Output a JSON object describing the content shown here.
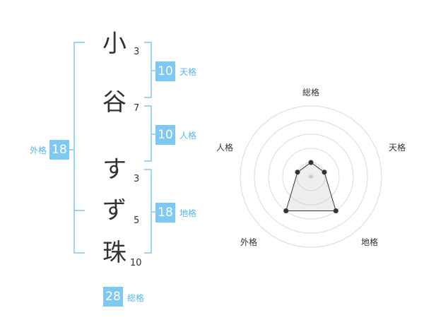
{
  "name_chars": [
    {
      "char": "小",
      "strokes": "3"
    },
    {
      "char": "谷",
      "strokes": "7"
    },
    {
      "char": "す",
      "strokes": "3"
    },
    {
      "char": "ず",
      "strokes": "5"
    },
    {
      "char": "珠",
      "strokes": "10"
    }
  ],
  "fortune": {
    "tenkaku": {
      "value": "10",
      "label": "天格"
    },
    "jinkaku": {
      "value": "10",
      "label": "人格"
    },
    "chikaku": {
      "value": "18",
      "label": "地格"
    },
    "gaikaku": {
      "value": "18",
      "label": "外格"
    },
    "soukaku": {
      "value": "28",
      "label": "総格"
    }
  },
  "colors": {
    "accent": "#7ec8f4",
    "accent_text": "#58b4ea",
    "text": "#333333",
    "ring": "#d9d9d9"
  },
  "chart_data": {
    "type": "radar",
    "axes": [
      "総格",
      "天格",
      "地格",
      "外格",
      "人格"
    ],
    "values": [
      1,
      1,
      3,
      3,
      1
    ],
    "ring_count": 5,
    "scale_max": 5
  }
}
